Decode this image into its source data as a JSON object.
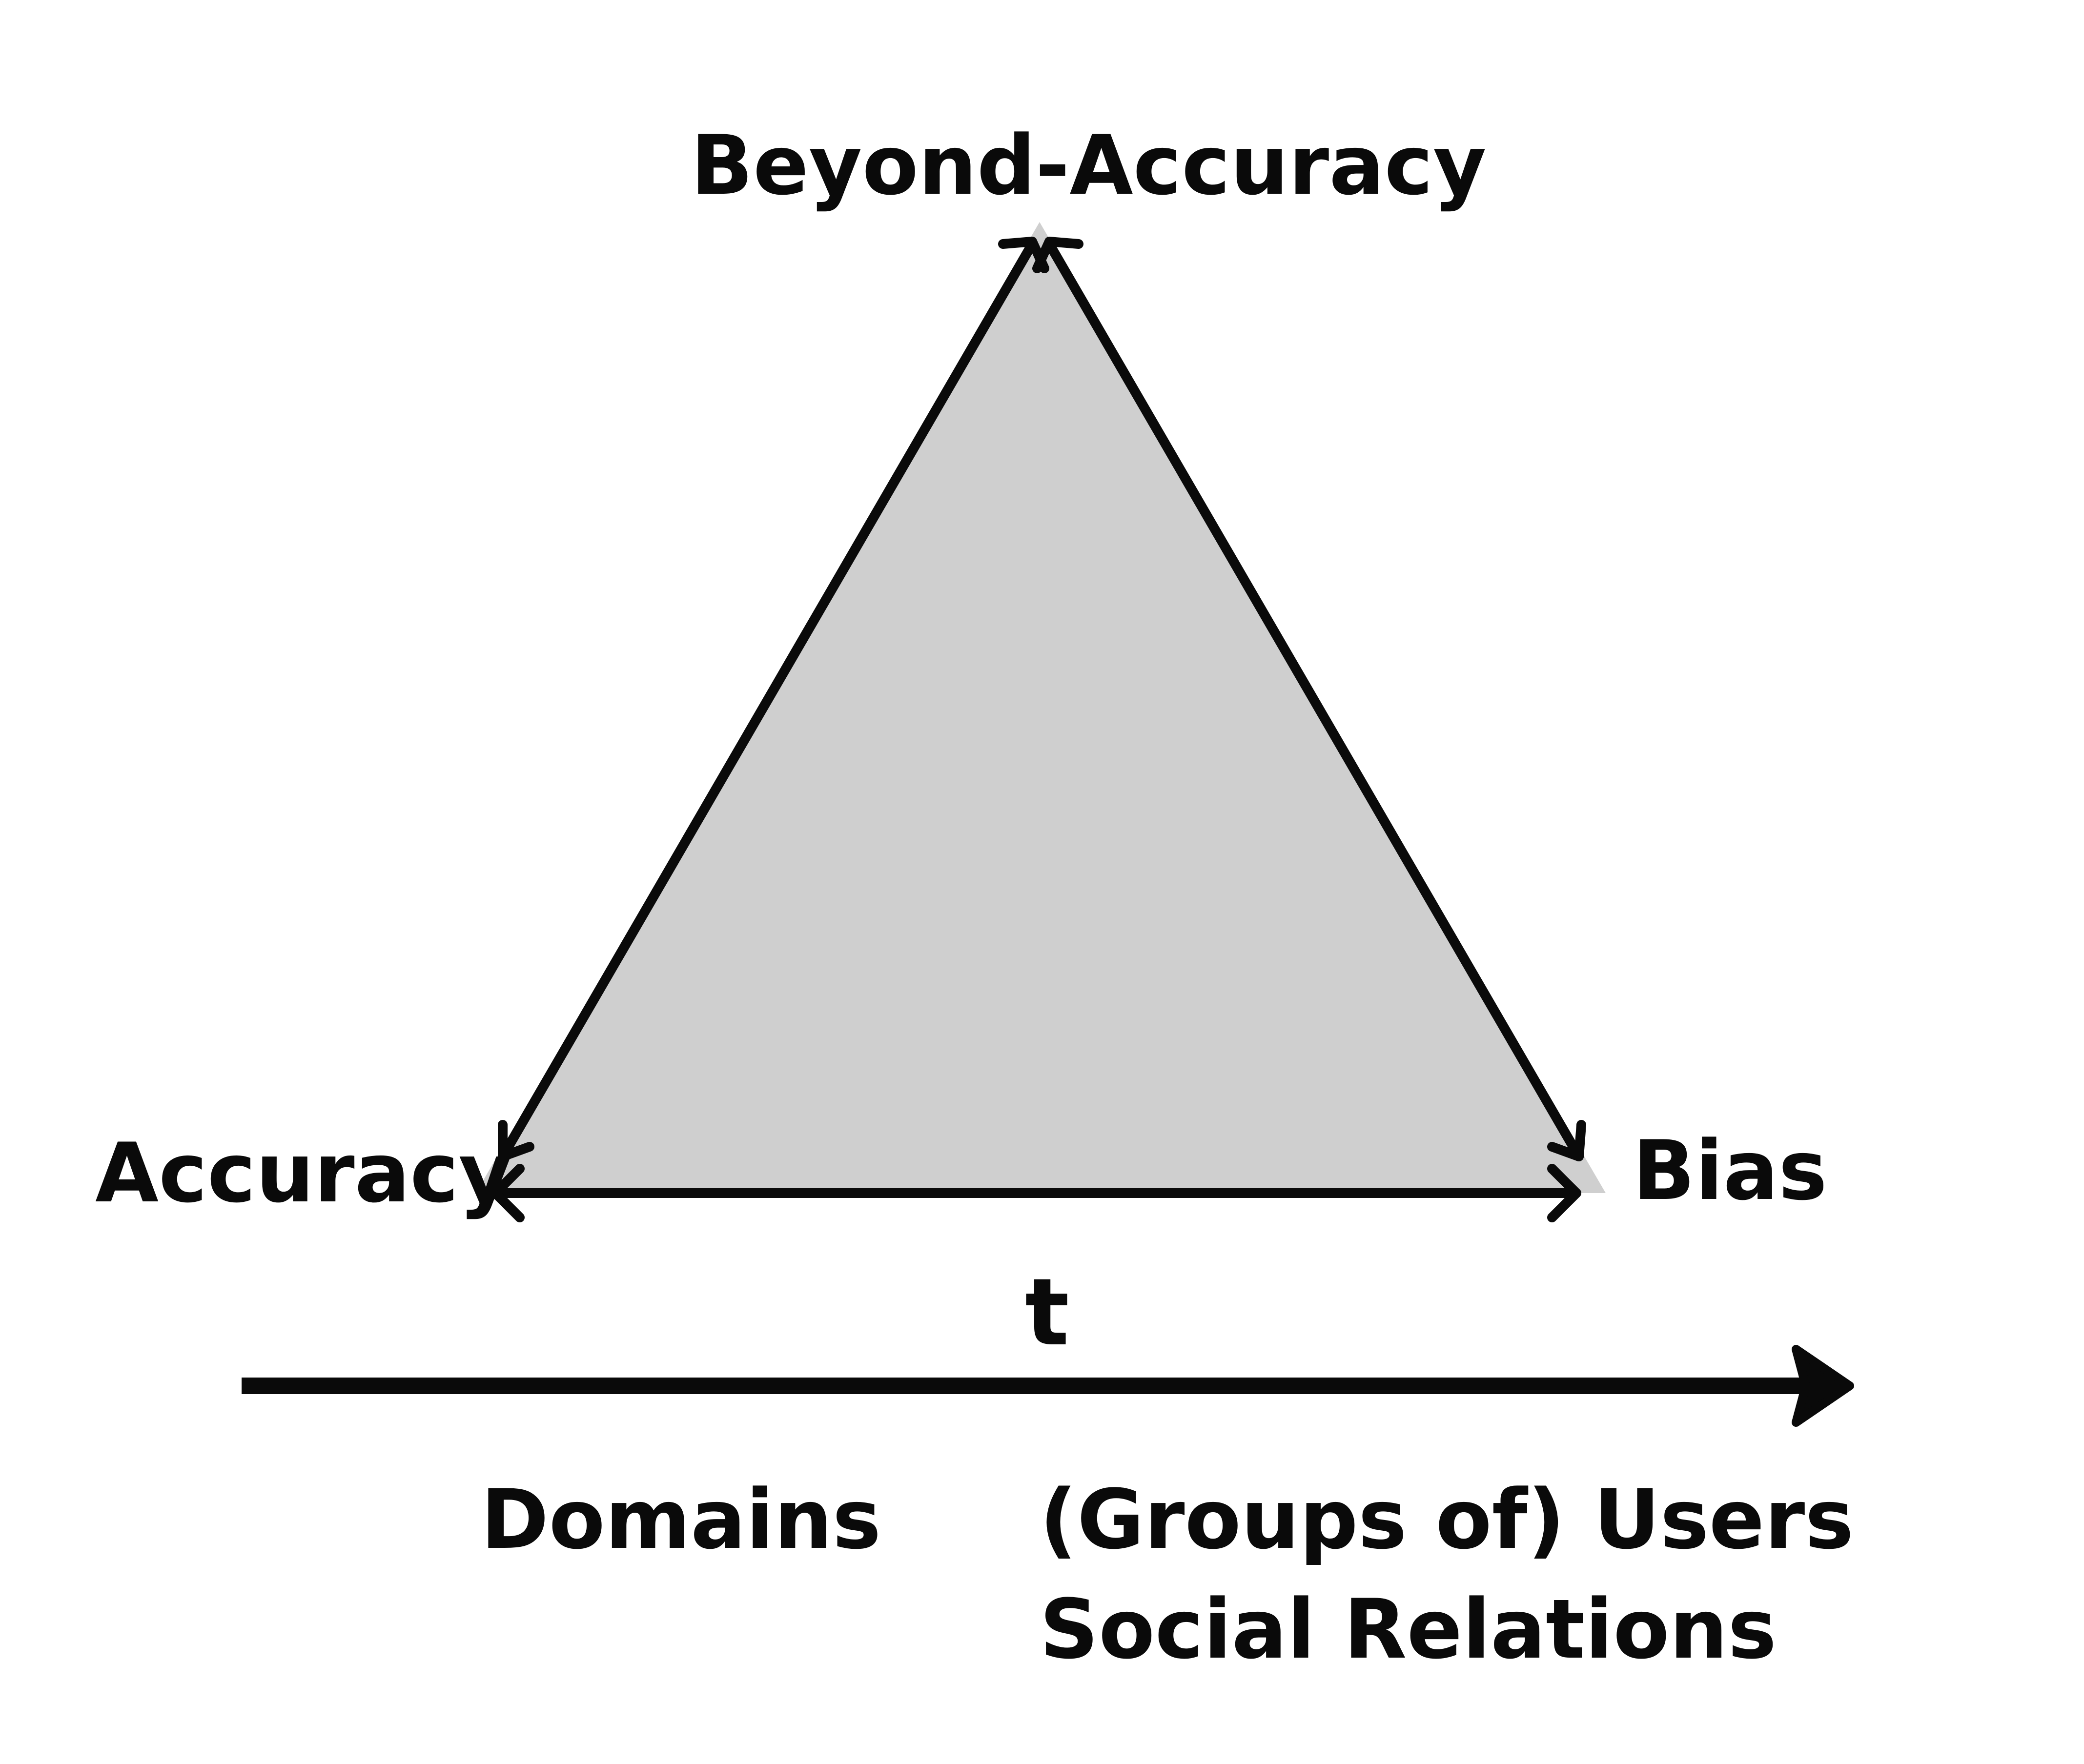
{
  "diagram": {
    "nodes": {
      "top": "Beyond-Accuracy",
      "left": "Accuracy",
      "right": "Bias"
    },
    "time_axis_label": "t",
    "below_axis": {
      "left": "Domains",
      "right_line1": "(Groups of) Users",
      "right_line2": "Social Relations"
    },
    "colors": {
      "triangle_fill": "#cfcfcf",
      "stroke": "#0a0a0a",
      "background": "#ffffff"
    }
  }
}
